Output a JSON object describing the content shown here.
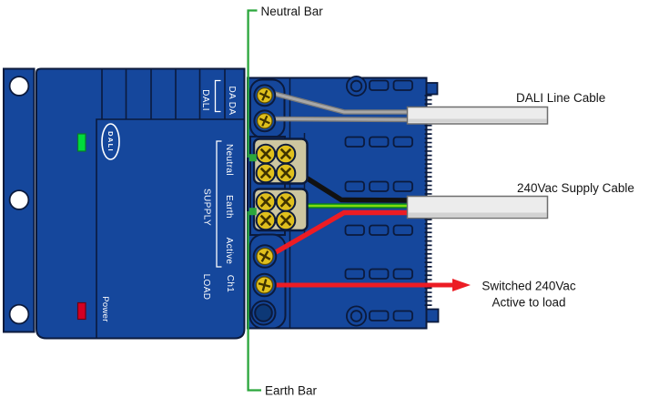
{
  "diagram_type": "DALI relay wiring diagram",
  "device": {
    "logo_text": "DALI",
    "power_led_label": "Power",
    "dali_group": {
      "label": "DALI",
      "terminals_label": "DA DA"
    },
    "supply_group": {
      "label": "SUPPLY",
      "terminals": [
        "Neutral",
        "Earth",
        "Active"
      ]
    },
    "load_group": {
      "label": "LOAD",
      "terminals": [
        "Ch1"
      ]
    }
  },
  "leds": [
    {
      "name": "dali-status-led",
      "color": "#00DC3C"
    },
    {
      "name": "power-led",
      "color": "#D40022"
    }
  ],
  "callouts": {
    "neutral_bar": "Neutral Bar",
    "earth_bar": "Earth Bar",
    "dali_line_cable": "DALI Line Cable",
    "supply_cable": "240Vac Supply Cable",
    "switched_load": [
      "Switched 240Vac",
      "Active to load"
    ]
  },
  "colors": {
    "device_blue": "#15479C",
    "outline_navy": "#0B1A3C",
    "terminal_beige": "#CDC6A0",
    "screw_yellow": "#E0C01D",
    "wire_gray": "#9E9E9E",
    "wire_black": "#111111",
    "wire_earth_green": "#2ECC1E",
    "wire_red": "#EC1C24",
    "callout_green": "#2BA63C",
    "cable_gray": "#ECECEC"
  }
}
